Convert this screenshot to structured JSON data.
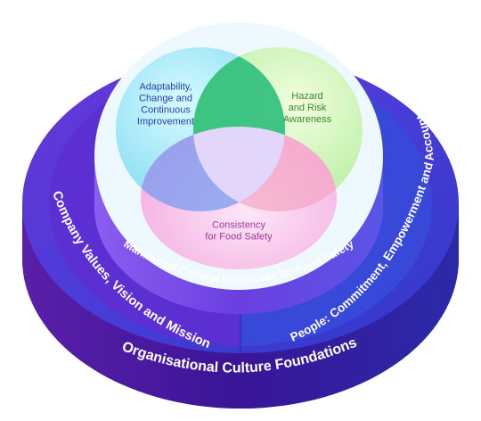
{
  "colors": {
    "outer_ring_top": "#3b3fd6",
    "outer_ring_side": "#4b1aa3",
    "middle_ring": "#5a2fd0",
    "inner_disc_side": "#7b52e8",
    "venn_cyan": "#7fe4f5",
    "venn_green": "#b8f09a",
    "venn_pink": "#f59ad6",
    "venn_blue": "#8fa9f0",
    "venn_center_green": "#2ec27e",
    "text_dark_blue": "#2b3fae",
    "text_green": "#3a8a2a",
    "text_pink": "#a3389a",
    "text_white": "#ffffff"
  },
  "venn": {
    "circle_left": {
      "label": "Adaptability,\nChange and\nContinuous\nImprovement"
    },
    "circle_right": {
      "label": "Hazard\nand Risk\nAwareness"
    },
    "circle_bottom": {
      "label": "Consistency\nfor Food Safety"
    }
  },
  "rings": {
    "inner_ring_label": "Manifested Cultural Essentials for Food Safety",
    "middle_left_label": "Company Values, Vision and Mission",
    "middle_right_label": "People: Commitment, Empowerment and Accountability",
    "outer_label": "Organisational Culture Foundations"
  }
}
